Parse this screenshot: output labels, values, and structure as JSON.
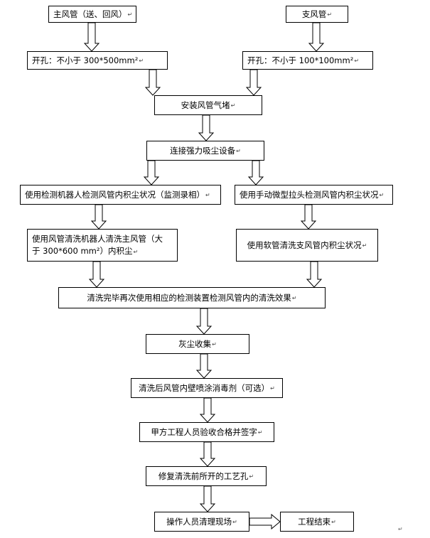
{
  "nodes": {
    "main_duct": "主风管（送、回风）",
    "branch_duct": "支风管",
    "hole_main": "开孔：不小于 300*500mm²",
    "hole_branch": "开孔：不小于 100*100mm²",
    "install_airbag": "安装风管气堵",
    "connect_vacuum": "连接强力吸尘设备",
    "robot_inspect": "使用检测机器人检测风管内积尘状况（监测录相）",
    "manual_probe": "使用手动微型拉头检测风管内积尘状况",
    "robot_clean_line1": "使用风管清洗机器人清洗主风管（大",
    "robot_clean_line2": "于 300*600 mm²）内积尘",
    "hose_clean": "使用软管清洗支风管内积尘状况",
    "recheck": "清洗完毕再次使用相应的检测装置检测风管内的清洗效果",
    "dust_collect": "灰尘收集",
    "disinfect": "清洗后风管内壁喷涂消毒剂（可选）",
    "acceptance": "甲方工程人员验收合格并签字",
    "repair_holes": "修复清洗前所开的工艺孔",
    "cleanup": "操作人员清理现场",
    "project_end": "工程结束"
  },
  "paragraph_mark": "↵"
}
